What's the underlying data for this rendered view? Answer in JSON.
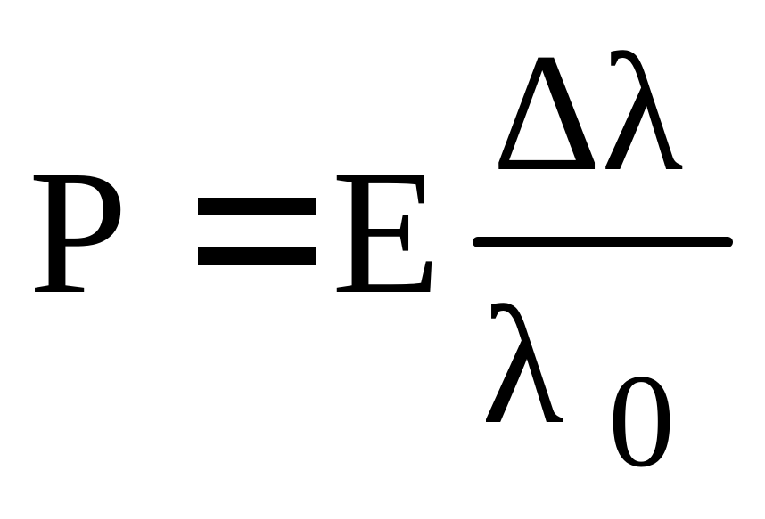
{
  "formula": {
    "lhs": "P",
    "equals": "=",
    "coefficient": "E",
    "numerator": "Δλ",
    "denominator_main": "λ",
    "denominator_subscript": "0"
  }
}
